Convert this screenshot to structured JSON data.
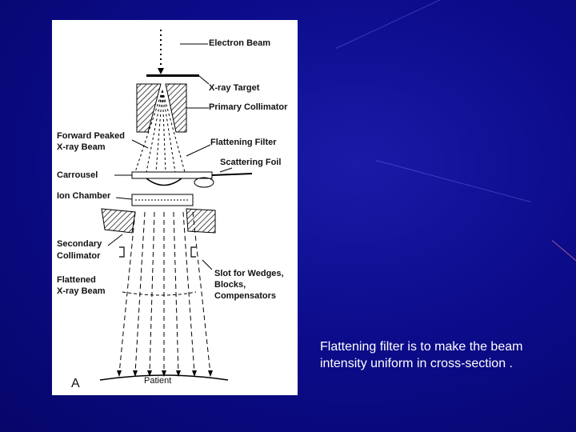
{
  "diagram": {
    "labels": {
      "electron_beam": "Electron Beam",
      "xray_target": "X-ray Target",
      "primary_collimator": "Primary Collimator",
      "forward_peaked_1": "Forward Peaked",
      "forward_peaked_2": "X-ray Beam",
      "flattening_filter": "Flattening Filter",
      "scattering_foil": "Scattering Foil",
      "carrousel": "Carrousel",
      "ion_chamber": "Ion Chamber",
      "secondary_collimator_1": "Secondary",
      "secondary_collimator_2": "Collimator",
      "flattened_1": "Flattened",
      "flattened_2": "X-ray Beam",
      "slot_1": "Slot for Wedges,",
      "slot_2": "Blocks,",
      "slot_3": "Compensators",
      "patient": "Patient",
      "panel_letter": "A"
    }
  },
  "caption": {
    "text": "Flattening filter is to make the beam intensity uniform in cross-section ."
  },
  "colors": {
    "background": "#0c0c8c",
    "caption_text": "#ffffff",
    "panel": "#ffffff"
  }
}
